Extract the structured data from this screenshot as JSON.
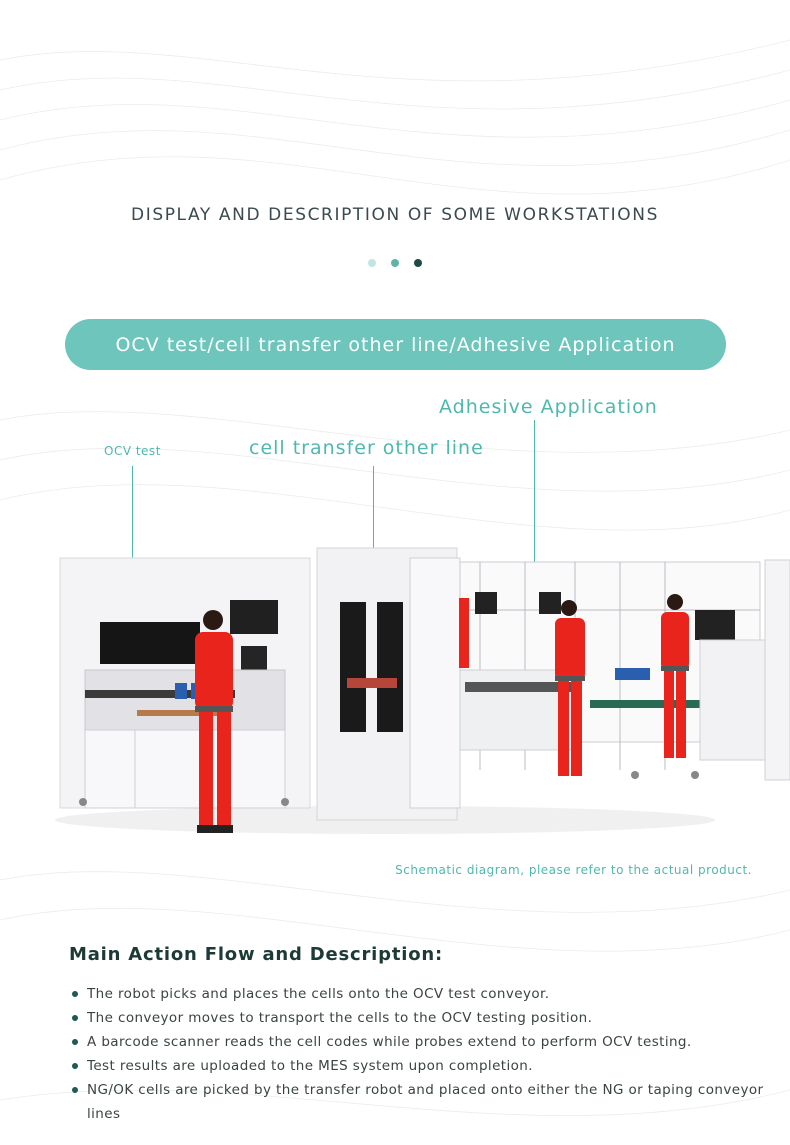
{
  "heading": "DISPLAY AND DESCRIPTION OF SOME WORKSTATIONS",
  "colors": {
    "accent": "#6ec5bc",
    "accent_text": "#4fb8ae",
    "dot_light": "#bfe6e1",
    "dot_mid": "#5fb3a9",
    "dot_dark": "#1f4a46",
    "worker_red": "#e8241c"
  },
  "banner": "OCV test/cell transfer other line/Adhesive Application",
  "callouts": {
    "ocv": "OCV test",
    "transfer": "cell transfer other line",
    "adhesive": "Adhesive Application"
  },
  "caption": "Schematic diagram, please refer to the actual product.",
  "flow": {
    "title": "Main Action Flow and Description:",
    "items": [
      "The robot picks and places the cells onto the OCV test conveyor.",
      "The conveyor moves to transport the cells to the OCV testing position.",
      "A barcode scanner reads the cell codes while probes extend to perform OCV testing.",
      "Test results are uploaded to the MES system upon completion.",
      "NG/OK cells are picked by the transfer robot and placed onto either the NG or taping conveyor lines"
    ]
  }
}
